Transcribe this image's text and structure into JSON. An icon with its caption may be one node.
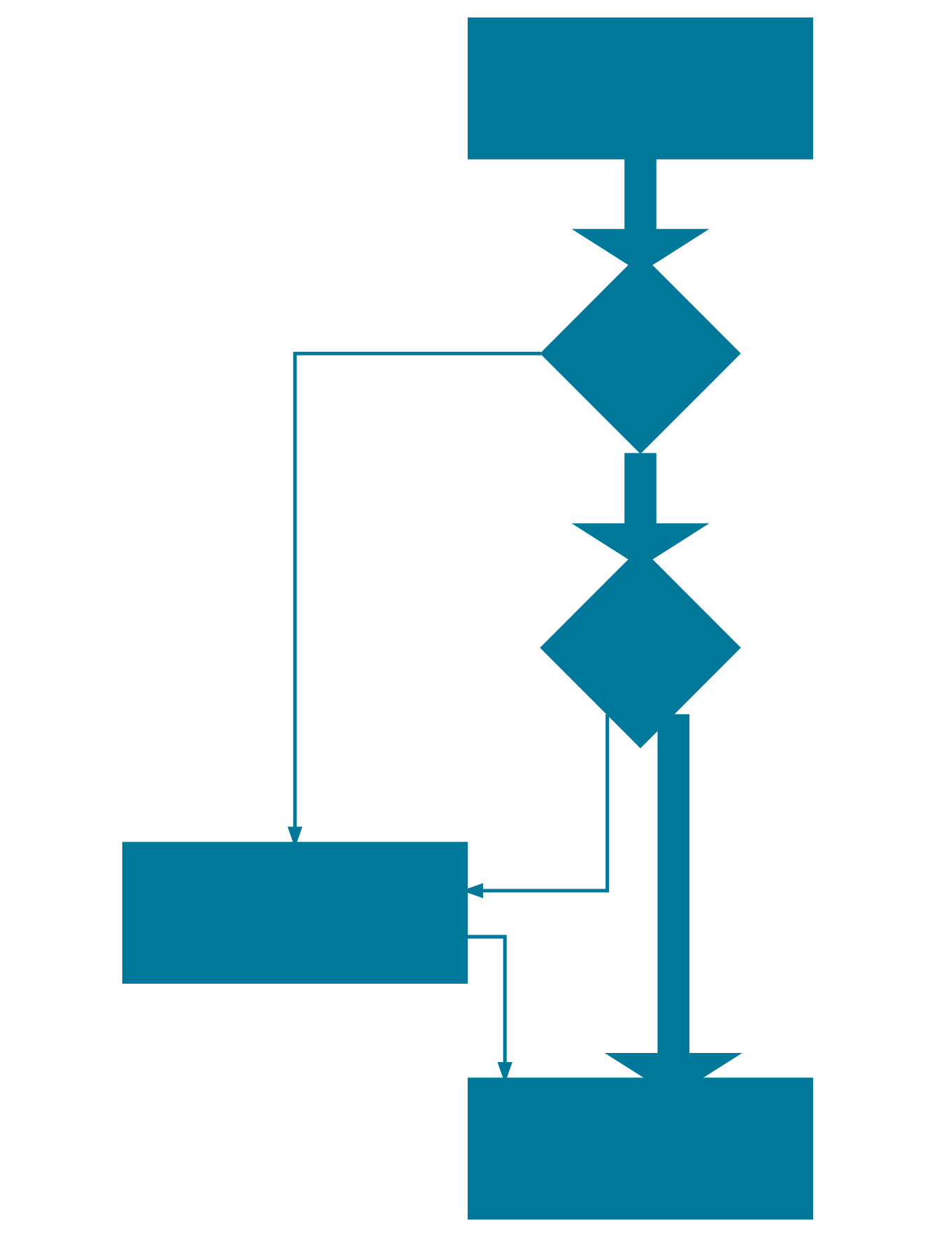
{
  "diagram": {
    "nodes": [
      {
        "text": [],
        "shape": "box"
      },
      {
        "text": [],
        "shape": "diamond"
      },
      {
        "text": [],
        "shape": "diamond"
      },
      {
        "text": [],
        "shape": "box"
      },
      {
        "text": [],
        "shape": "box"
      }
    ],
    "edges": [
      {
        "from": 0,
        "to": 1,
        "arrow": "to",
        "style": "thick"
      },
      {
        "from": 1,
        "to": 2,
        "arrow": "to",
        "style": "thick"
      },
      {
        "from": 2,
        "to": 4,
        "arrow": "to",
        "style": "thick"
      },
      {
        "from": 1,
        "to": 3,
        "arrow": "to"
      },
      {
        "from": 2,
        "to": 3,
        "arrow": "to"
      },
      {
        "from": 3,
        "to": 4,
        "arrow": "to"
      }
    ]
  }
}
